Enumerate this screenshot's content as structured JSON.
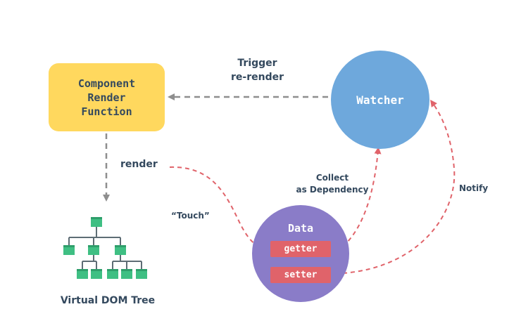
{
  "component": {
    "lines": [
      "Component",
      "Render",
      "Function"
    ]
  },
  "watcher": {
    "label": "Watcher"
  },
  "data_node": {
    "title": "Data",
    "getter": "getter",
    "setter": "setter"
  },
  "labels": {
    "trigger_line1": "Trigger",
    "trigger_line2": "re-render",
    "render": "render",
    "touch": "“Touch”",
    "collect_line1": "Collect",
    "collect_line2": "as Dependency",
    "notify": "Notify",
    "virtual_dom_tree": "Virtual DOM Tree"
  },
  "colors": {
    "component_fill": "#ffd85e",
    "watcher_fill": "#6ea8dc",
    "data_fill": "#8a7cc8",
    "pill_fill": "#e0636a",
    "gray_arrow": "#8e8e8e",
    "red_arrow": "#e0636a",
    "tree_node": "#3fbf83",
    "text": "#34495e"
  }
}
